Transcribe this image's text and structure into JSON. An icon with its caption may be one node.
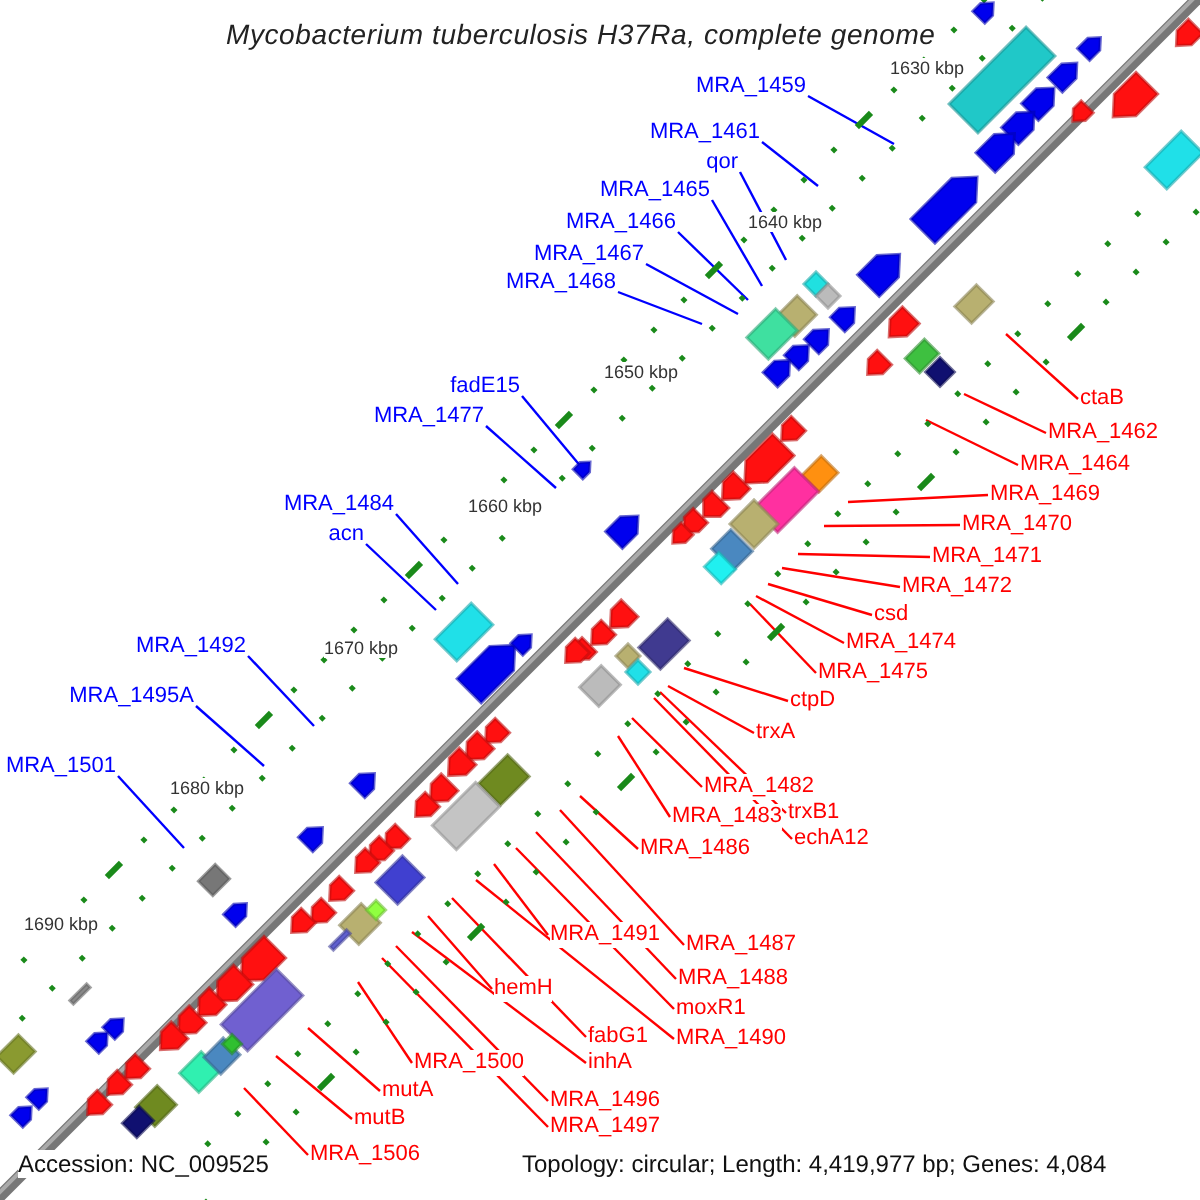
{
  "diagram": {
    "title": "Mycobacterium tuberculosis H37Ra, complete genome",
    "nodes": [
      {
        "text": [
          "MRA_1459"
        ]
      },
      {
        "text": [
          "MRA_1461"
        ]
      },
      {
        "text": [
          "qor"
        ]
      },
      {
        "text": [
          "MRA_1465"
        ]
      },
      {
        "text": [
          "MRA_1466"
        ]
      },
      {
        "text": [
          "MRA_1467"
        ]
      },
      {
        "text": [
          "MRA_1468"
        ]
      },
      {
        "text": [
          "fadE15"
        ]
      },
      {
        "text": [
          "MRA_1477"
        ]
      },
      {
        "text": [
          "MRA_1484"
        ]
      },
      {
        "text": [
          "acn"
        ]
      },
      {
        "text": [
          "MRA_1492"
        ]
      },
      {
        "text": [
          "MRA_1495A"
        ]
      },
      {
        "text": [
          "MRA_1501"
        ]
      },
      {
        "text": [
          "ctaB"
        ]
      },
      {
        "text": [
          "MRA_1462"
        ]
      },
      {
        "text": [
          "MRA_1464"
        ]
      },
      {
        "text": [
          "MRA_1469"
        ]
      },
      {
        "text": [
          "MRA_1470"
        ]
      },
      {
        "text": [
          "MRA_1471"
        ]
      },
      {
        "text": [
          "MRA_1472"
        ]
      },
      {
        "text": [
          "csd"
        ]
      },
      {
        "text": [
          "MRA_1474"
        ]
      },
      {
        "text": [
          "MRA_1475"
        ]
      },
      {
        "text": [
          "ctpD"
        ]
      },
      {
        "text": [
          "trxA"
        ]
      },
      {
        "text": [
          "MRA_1482"
        ]
      },
      {
        "text": [
          "trxB1"
        ]
      },
      {
        "text": [
          "echA12"
        ]
      },
      {
        "text": [
          "MRA_1483"
        ]
      },
      {
        "text": [
          "MRA_1486"
        ]
      },
      {
        "text": [
          "MRA_1487"
        ]
      },
      {
        "text": [
          "MRA_1491"
        ]
      },
      {
        "text": [
          "MRA_1488"
        ]
      },
      {
        "text": [
          "moxR1"
        ]
      },
      {
        "text": [
          "MRA_1490"
        ]
      },
      {
        "text": [
          "hemH"
        ]
      },
      {
        "text": [
          "fabG1"
        ]
      },
      {
        "text": [
          "inhA"
        ]
      },
      {
        "text": [
          "MRA_1500"
        ]
      },
      {
        "text": [
          "MRA_1496"
        ]
      },
      {
        "text": [
          "MRA_1497"
        ]
      },
      {
        "text": [
          "mutA"
        ]
      },
      {
        "text": [
          "mutB"
        ]
      },
      {
        "text": [
          "MRA_1506"
        ]
      }
    ],
    "edges": [
      {
        "from": 0,
        "to": null,
        "arrow": "none",
        "color": "#0000ff"
      },
      {
        "from": 1,
        "to": null,
        "arrow": "none",
        "color": "#0000ff"
      },
      {
        "from": 2,
        "to": null,
        "arrow": "none",
        "color": "#0000ff"
      },
      {
        "from": 3,
        "to": null,
        "arrow": "none",
        "color": "#0000ff"
      },
      {
        "from": 4,
        "to": null,
        "arrow": "none",
        "color": "#0000ff"
      },
      {
        "from": 5,
        "to": null,
        "arrow": "none",
        "color": "#0000ff"
      },
      {
        "from": 6,
        "to": null,
        "arrow": "none",
        "color": "#0000ff"
      },
      {
        "from": 7,
        "to": null,
        "arrow": "none",
        "color": "#0000ff"
      },
      {
        "from": 8,
        "to": null,
        "arrow": "none",
        "color": "#0000ff"
      },
      {
        "from": 9,
        "to": null,
        "arrow": "none",
        "color": "#0000ff"
      },
      {
        "from": 10,
        "to": null,
        "arrow": "none",
        "color": "#0000ff"
      },
      {
        "from": 11,
        "to": null,
        "arrow": "none",
        "color": "#0000ff"
      },
      {
        "from": 12,
        "to": null,
        "arrow": "none",
        "color": "#0000ff"
      },
      {
        "from": 13,
        "to": null,
        "arrow": "none",
        "color": "#0000ff"
      },
      {
        "from": 14,
        "to": null,
        "arrow": "none"
      },
      {
        "from": 15,
        "to": null,
        "arrow": "none"
      },
      {
        "from": 16,
        "to": null,
        "arrow": "none"
      },
      {
        "from": 17,
        "to": null,
        "arrow": "none"
      },
      {
        "from": 18,
        "to": null,
        "arrow": "none"
      },
      {
        "from": 19,
        "to": null,
        "arrow": "none"
      },
      {
        "from": 20,
        "to": null,
        "arrow": "none"
      },
      {
        "from": 21,
        "to": null,
        "arrow": "none"
      },
      {
        "from": 22,
        "to": null,
        "arrow": "none"
      },
      {
        "from": 23,
        "to": null,
        "arrow": "none"
      },
      {
        "from": 24,
        "to": null,
        "arrow": "none"
      },
      {
        "from": 25,
        "to": null,
        "arrow": "none"
      },
      {
        "from": 26,
        "to": null,
        "arrow": "none"
      },
      {
        "from": 27,
        "to": null,
        "arrow": "none"
      },
      {
        "from": 28,
        "to": null,
        "arrow": "none"
      },
      {
        "from": 29,
        "to": null,
        "arrow": "none"
      },
      {
        "from": 30,
        "to": null,
        "arrow": "none"
      },
      {
        "from": 31,
        "to": null,
        "arrow": "none"
      },
      {
        "from": 32,
        "to": null,
        "arrow": "none"
      },
      {
        "from": 33,
        "to": null,
        "arrow": "none"
      },
      {
        "from": 34,
        "to": null,
        "arrow": "none"
      },
      {
        "from": 35,
        "to": null,
        "arrow": "none"
      },
      {
        "from": 36,
        "to": null,
        "arrow": "none"
      },
      {
        "from": 37,
        "to": null,
        "arrow": "none"
      },
      {
        "from": 38,
        "to": null,
        "arrow": "none"
      },
      {
        "from": 39,
        "to": null,
        "arrow": "none"
      },
      {
        "from": 40,
        "to": null,
        "arrow": "none"
      },
      {
        "from": 41,
        "to": null,
        "arrow": "none"
      },
      {
        "from": 42,
        "to": null,
        "arrow": "none"
      },
      {
        "from": 43,
        "to": null,
        "arrow": "none"
      },
      {
        "from": 44,
        "to": null,
        "arrow": "none"
      }
    ],
    "labels": [
      "1630 kbp",
      "1640 kbp",
      "1650 kbp",
      "1660 kbp",
      "1670 kbp",
      "1680 kbp",
      "1690 kbp",
      "Accession: NC_009525",
      "Topology: circular; Length: 4,419,977 bp; Genes: 4,084"
    ]
  }
}
